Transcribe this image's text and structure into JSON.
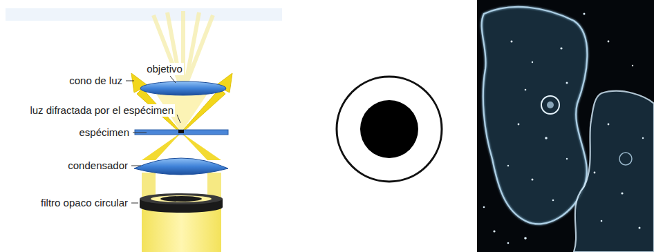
{
  "diagram": {
    "labels": [
      "objetivo",
      "cono de luz",
      "luz difractada por el espécimen",
      "espécimen",
      "condensador",
      "filtro opaco circular"
    ]
  }
}
